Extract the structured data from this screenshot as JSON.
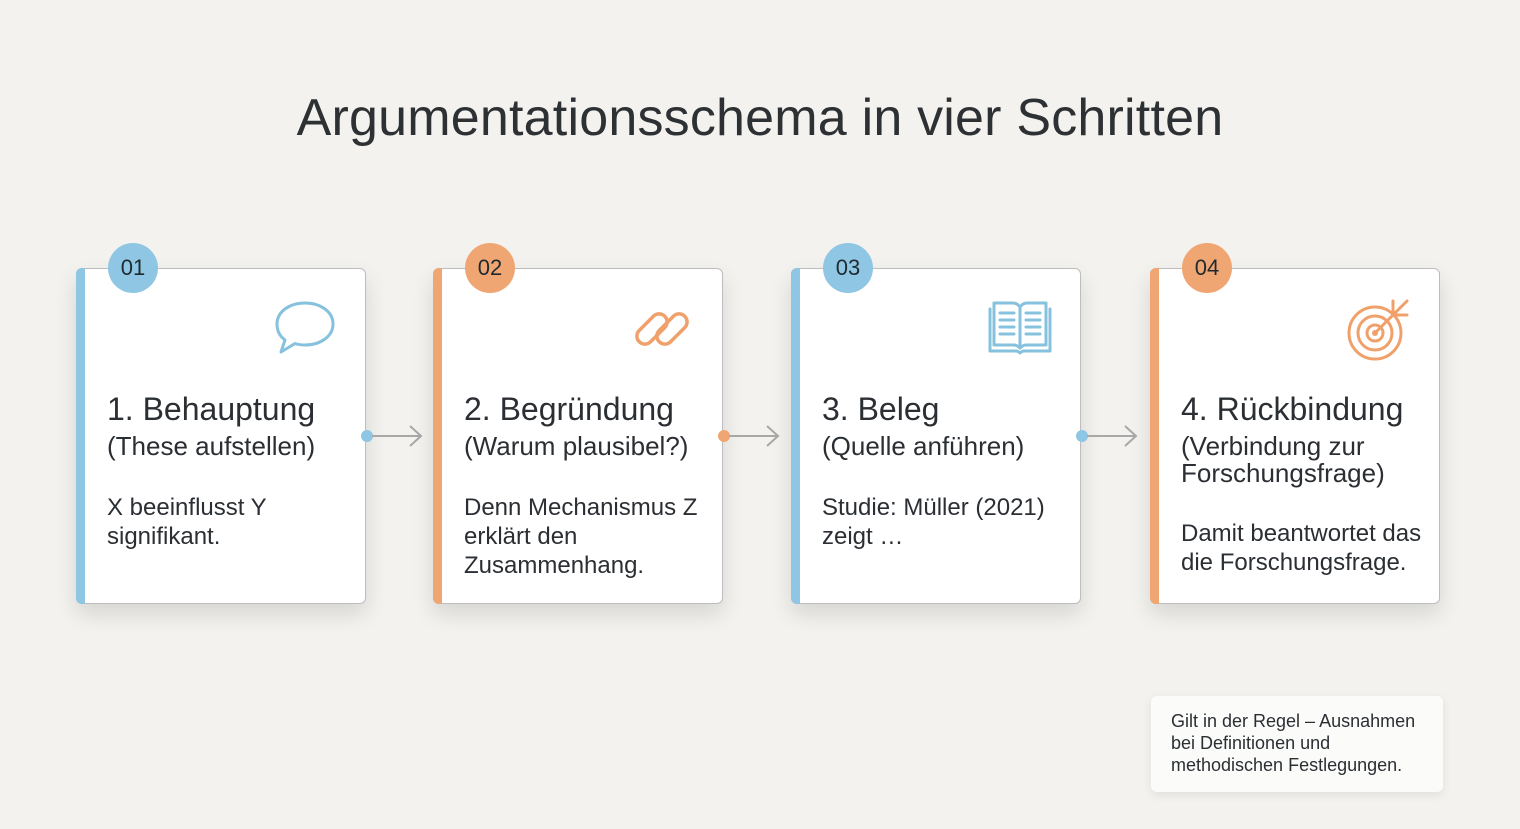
{
  "title": "Argumentationsschema in vier Schritten",
  "colors": {
    "blue": "#8ec6e3",
    "orange": "#f0a672",
    "blue_icon": "#86c1de",
    "orange_icon": "#f0a06a",
    "arrow": "#a8a8a8"
  },
  "steps": [
    {
      "number": "01",
      "title": "1. Behauptung",
      "subtitle": "(These aufstellen)",
      "body": "X beeinflusst Y signifikant.",
      "icon": "speech-bubble-icon",
      "accent": "blue"
    },
    {
      "number": "02",
      "title": "2. Begründung",
      "subtitle": "(Warum plausibel?)",
      "body": "Denn Mechanismus Z erklärt den Zusammenhang.",
      "icon": "chain-link-icon",
      "accent": "orange"
    },
    {
      "number": "03",
      "title": "3. Beleg",
      "subtitle": "(Quelle anführen)",
      "body": "Studie: Müller (2021) zeigt …",
      "icon": "open-book-icon",
      "accent": "blue"
    },
    {
      "number": "04",
      "title": "4. Rückbindung",
      "subtitle": "(Verbindung zur Forschungsfrage)",
      "body": "Damit beantwortet das die Forschungsfrage.",
      "icon": "target-arrow-icon",
      "accent": "orange"
    }
  ],
  "note": "Gilt in der Regel – Ausnahmen bei Definitionen und methodischen Festlegungen."
}
